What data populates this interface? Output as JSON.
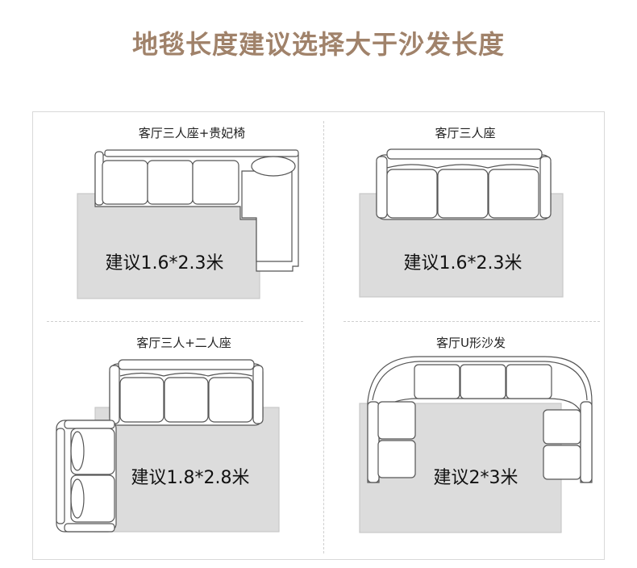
{
  "heading": "地毯长度建议选择大于沙发长度",
  "colors": {
    "heading": "#a0826a",
    "rug": "#dcdcdc",
    "outline": "#555555"
  },
  "sections": [
    {
      "caption": "客厅三人座+贵妃椅",
      "rug_text": "建议1.6*2.3米"
    },
    {
      "caption": "客厅三人座",
      "rug_text": "建议1.6*2.3米"
    },
    {
      "caption": "客厅三人+二人座",
      "rug_text": "建议1.8*2.8米"
    },
    {
      "caption": "客厅U形沙发",
      "rug_text": "建议2*3米"
    }
  ]
}
